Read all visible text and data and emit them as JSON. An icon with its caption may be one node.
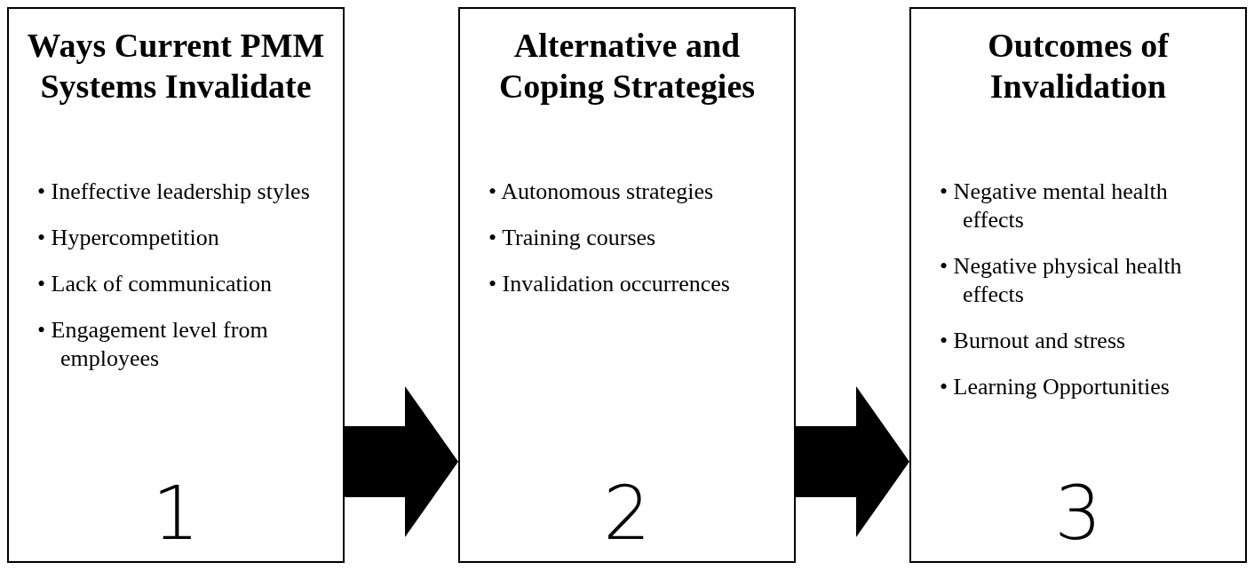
{
  "diagram": {
    "nodes": [
      {
        "text": [
          "Ways Current PMM Systems Invalidate",
          "• Ineffective leadership styles",
          "• Hypercompetition",
          "• Lack of communication",
          "• Engagement level from employees",
          "1"
        ]
      },
      {
        "text": [
          "Alternative and Coping Strategies",
          "• Autonomous strategies",
          "• Training courses",
          "• Invalidation occurrences",
          "2"
        ]
      },
      {
        "text": [
          "Outcomes of Invalidation",
          "• Negative mental health effects",
          "• Negative physical health effects",
          "• Burnout and stress",
          "• Learning Opportunities",
          "3"
        ]
      }
    ],
    "edges": [
      {
        "from": 0,
        "to": 1,
        "arrow": "to"
      },
      {
        "from": 1,
        "to": 2,
        "arrow": "to"
      }
    ]
  }
}
